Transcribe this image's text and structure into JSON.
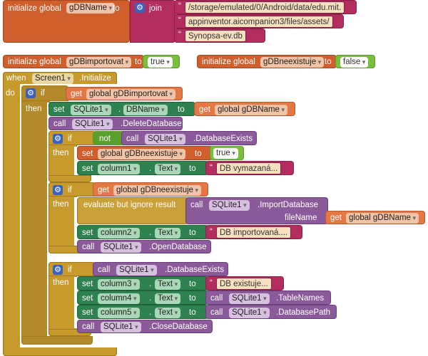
{
  "globals": {
    "init_label": "initialize global",
    "to_label": "to",
    "db_name_var": "gDBName",
    "join_label": "join",
    "paths": [
      "/storage/emulated/0/Android/data/edu.mit.",
      "appinventor.aicompanion3/files/assets/",
      "Synopsa-ev.db"
    ],
    "importovat_var": "gDBimportovat",
    "importovat_value": "true",
    "neexistuje_var": "gDBneexistuje",
    "neexistuje_value": "false"
  },
  "event": {
    "when_label": "when",
    "component": "Screen1",
    "event_name": ".Initialize",
    "do_label": "do",
    "if_label": "if",
    "then_label": "then",
    "not_label": "not",
    "get_label": "get",
    "set_label": "set",
    "call_label": "call",
    "to_label": "to",
    "dot": ".",
    "global_dbimportovat": "global gDBimportovat",
    "global_dbneexistuje": "global gDBneexistuje",
    "global_dbname": "global gDBName",
    "sqlite": "SQLite1",
    "dbname_prop": "DBName",
    "delete_db": ".DeleteDatabase",
    "db_exists": ".DatabaseExists",
    "true_val": "true",
    "column1": "column1",
    "column2": "column2",
    "column3": "column3",
    "column4": "column4",
    "column5": "column5",
    "text_prop": "Text",
    "msg_vymazana": "DB vymazaná...",
    "msg_importovana": "DB importovaná....",
    "msg_existuje": "DB existuje...",
    "evaluate_label": "evaluate but ignore result",
    "import_db": ".ImportDatabase",
    "filename_label": "fileName",
    "open_db": ".OpenDatabase",
    "table_names": ".TableNames",
    "database_path": ".DatabasePath",
    "close_db": ".CloseDatabase"
  }
}
